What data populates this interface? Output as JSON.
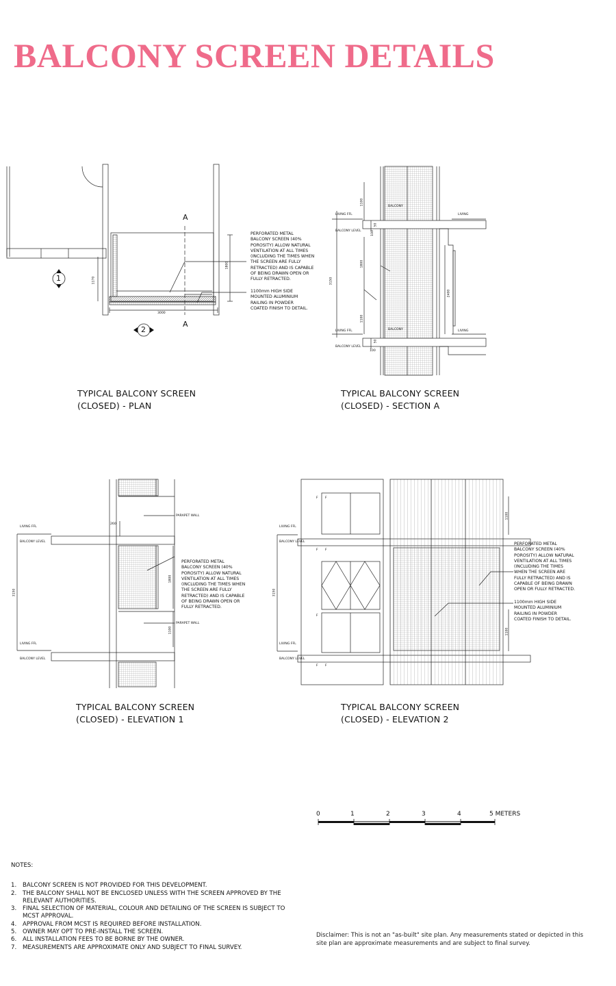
{
  "title": "BALCONY SCREEN DETAILS",
  "plan": {
    "caption": [
      "TYPICAL BALCONY SCREEN",
      "(CLOSED) - PLAN"
    ],
    "section_marks": [
      "A",
      "A"
    ],
    "callout_1": "1",
    "callout_2": "2",
    "dim_width": "3000",
    "dim_depth": "1800",
    "dim_left": "1170",
    "note_screen": [
      "PERFORATED METAL",
      "BALCONY SCREEN (40%",
      "POROSITY) ALLOW NATURAL",
      "VENTILATION AT ALL TIMES",
      "(INCLUDING THE TIMES WHEN",
      "THE SCREEN ARE FULLY",
      "RETRACTED) AND IS CAPABLE",
      "OF BEING DRAWN OPEN OR",
      "FULLY RETRACTED."
    ],
    "note_railing": [
      "1100mm HIGH SIDE",
      "MOUNTED ALUMINIUM",
      "RAILING IN POWDER",
      "COATED FINISH TO DETAIL."
    ]
  },
  "section": {
    "caption": [
      "TYPICAL BALCONY SCREEN",
      "(CLOSED) - SECTION A"
    ],
    "labels": {
      "living_ffl": "LIVING FFL",
      "balcony_level": "BALCONY LEVEL",
      "balcony": "BALCONY",
      "living": "LIVING"
    },
    "dims": [
      "1100",
      "1800",
      "1100",
      "3150",
      "2400",
      "100",
      "50",
      "100",
      "50"
    ]
  },
  "elev1": {
    "caption": [
      "TYPICAL BALCONY SCREEN",
      "(CLOSED) - ELEVATION 1"
    ],
    "labels": {
      "living_ffl": "LIVING FFL",
      "balcony_level": "BALCONY LEVEL",
      "parapet_wall": "PARAPET WALL"
    },
    "dims": [
      "260",
      "1800",
      "1100",
      "3150"
    ],
    "note_screen": [
      "PERFORATED METAL",
      "BALCONY SCREEN (40%",
      "POROSITY) ALLOW NATURAL",
      "VENTILATION AT ALL TIMES",
      "(INCLUDING THE TIMES WHEN",
      "THE SCREEN ARE FULLY",
      "RETRACTED) AND IS CAPABLE",
      "OF BEING DRAWN OPEN OR",
      "FULLY RETRACTED."
    ]
  },
  "elev2": {
    "caption": [
      "TYPICAL BALCONY SCREEN",
      "(CLOSED) - ELEVATION 2"
    ],
    "labels": {
      "living_ffl": "LIVING FFL",
      "balcony_level": "BALCONY LEVEL",
      "f": "F"
    },
    "dims": [
      "1100",
      "1100",
      "3150"
    ],
    "note_screen": [
      "PERFORATED METAL",
      "BALCONY SCREEN (40%",
      "POROSITY) ALLOW NATURAL",
      "VENTILATION AT ALL TIMES",
      "(INCLUDING THE TIMES",
      "WHEN THE SCREEN ARE",
      "FULLY RETRACTED) AND IS",
      "CAPABLE OF BEING DRAWN",
      "OPEN OR FULLY RETRACTED."
    ],
    "note_railing": [
      "1100mm HIGH SIDE",
      "MOUNTED ALUMINIUM",
      "RAILING IN POWDER",
      "COATED FINISH TO DETAIL."
    ]
  },
  "scale_bar": {
    "ticks": [
      "0",
      "1",
      "2",
      "3",
      "4",
      "5 METERS"
    ]
  },
  "notes": {
    "heading": "NOTES:",
    "items": [
      {
        "num": "1.",
        "text": "BALCONY SCREEN IS NOT PROVIDED FOR THIS DEVELOPMENT."
      },
      {
        "num": "2.",
        "text": "THE BALCONY SHALL NOT BE ENCLOSED UNLESS WITH THE SCREEN APPROVED BY THE RELEVANT AUTHORITIES."
      },
      {
        "num": "3.",
        "text": "FINAL SELECTION OF MATERIAL, COLOUR AND DETAILING OF THE SCREEN IS SUBJECT TO MCST APPROVAL."
      },
      {
        "num": "4.",
        "text": "APPROVAL FROM MCST IS REQUIRED BEFORE INSTALLATION."
      },
      {
        "num": "5.",
        "text": "OWNER MAY OPT TO PRE-INSTALL THE SCREEN."
      },
      {
        "num": "6.",
        "text": "ALL INSTALLATION FEES TO BE BORNE BY THE OWNER."
      },
      {
        "num": "7.",
        "text": "MEASUREMENTS ARE APPROXIMATE ONLY AND SUBJECT TO FINAL SURVEY."
      }
    ]
  },
  "disclaimer": "Disclaimer: This is not an \"as-built\" site plan. Any measurements stated or depicted in this site plan are approximate measurements and are subject to final survey.",
  "colors": {
    "title": "#ef6b8a",
    "line": "#222222"
  }
}
